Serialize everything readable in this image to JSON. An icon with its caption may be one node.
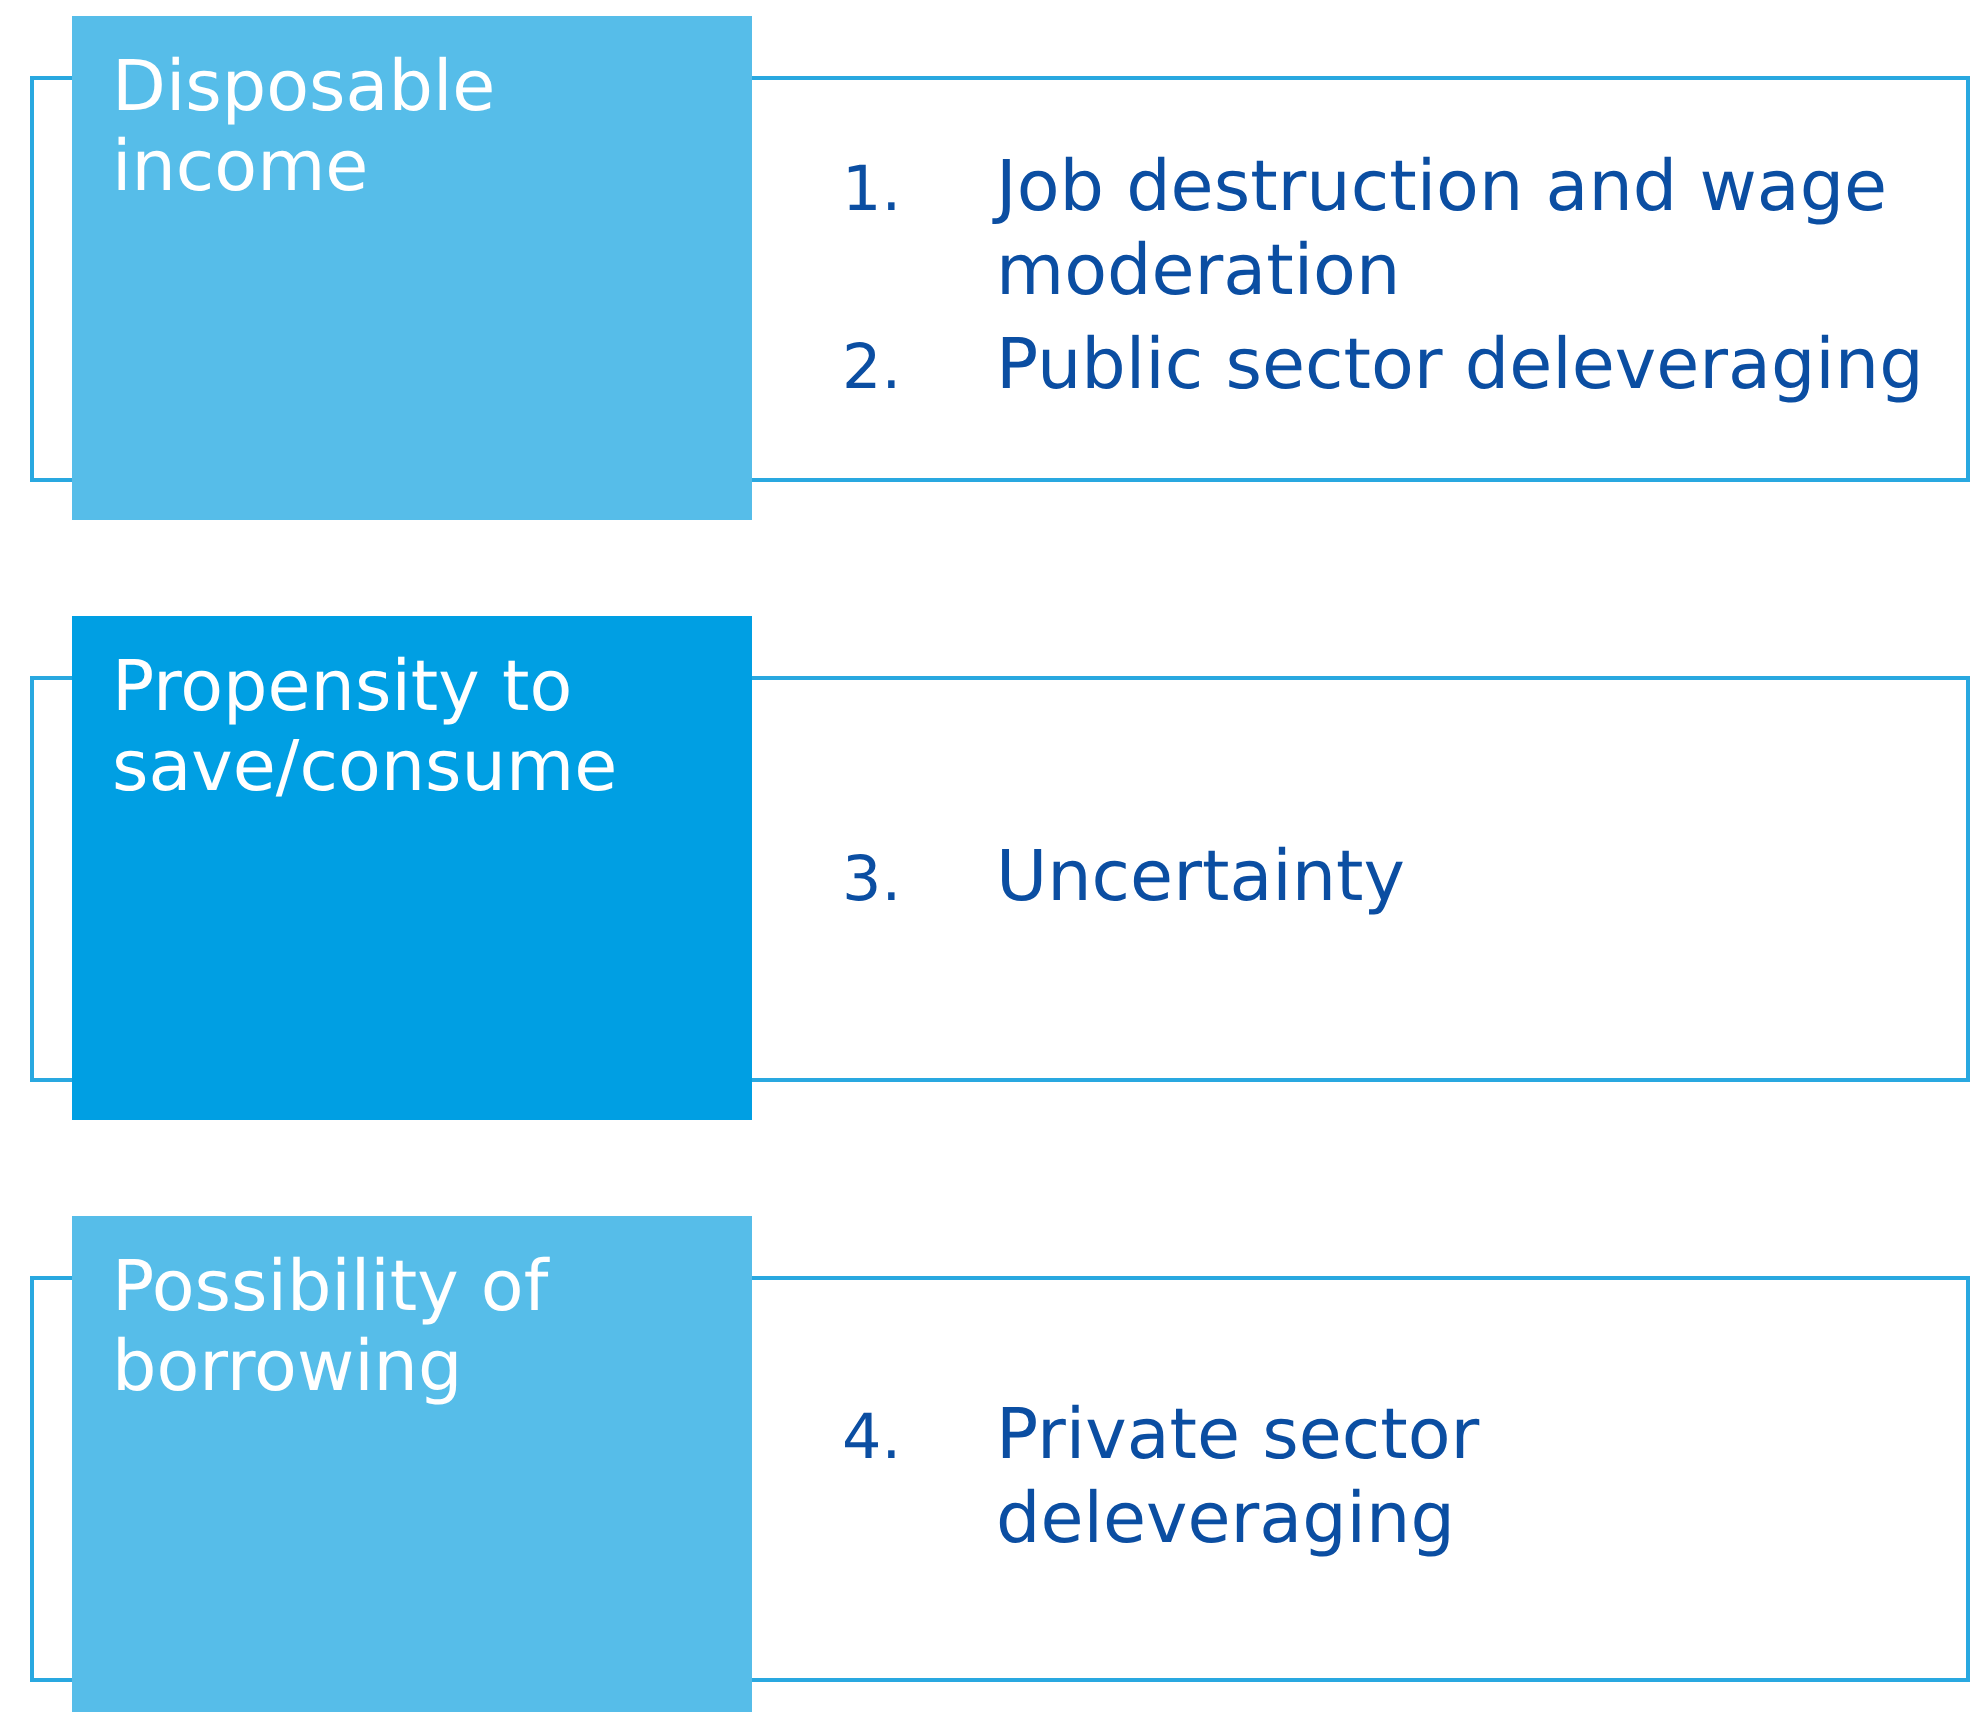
{
  "diagram": {
    "nodes": [
      {
        "text": [
          "Disposable income"
        ]
      },
      {
        "text": [
          "1. Job destruction and wage moderation",
          "2. Public sector deleveraging"
        ]
      },
      {
        "text": [
          "Propensity to save/consume"
        ]
      },
      {
        "text": [
          "3. Uncertainty"
        ]
      },
      {
        "text": [
          "Possibility of borrowing"
        ]
      },
      {
        "text": [
          "4. Private sector deleveraging"
        ]
      }
    ]
  }
}
